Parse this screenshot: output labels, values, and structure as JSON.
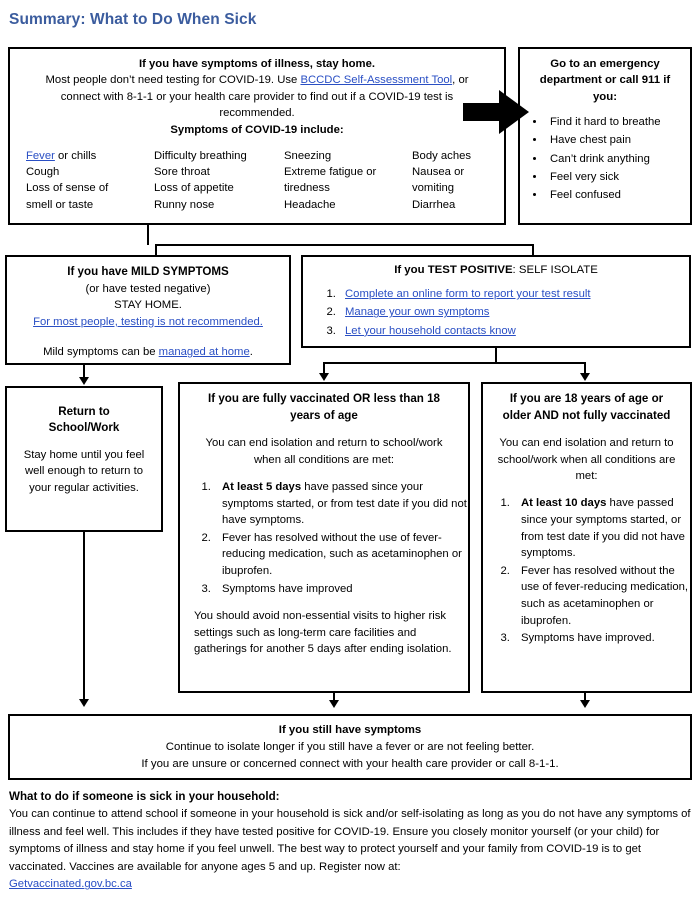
{
  "page": {
    "title": "Summary: What to Do When Sick",
    "title_color": "#3b5c9e",
    "link_color": "#2a4fc4"
  },
  "symptoms_box": {
    "heading": "If you have symptoms of illness, stay home.",
    "line2_pre": "Most people don’t need testing for COVID-19. Use ",
    "line2_link": "BCCDC Self-Assessment Tool",
    "line2_post": ", or connect with 8-1-1 or your health care provider to find out if a COVID-19 test is recommended.",
    "subheading": "Symptoms of COVID-19 include:",
    "symptom_columns": [
      [
        "Fever",
        " or chills",
        "Cough",
        "Loss of sense of",
        "smell or taste"
      ],
      [
        "Difficulty breathing",
        "Sore throat",
        "Loss of appetite",
        "Runny nose"
      ],
      [
        "Sneezing",
        "Extreme fatigue or",
        "tiredness",
        "Headache"
      ],
      [
        "Body aches",
        "Nausea or",
        "vomiting",
        "Diarrhea"
      ]
    ],
    "fever_link": "Fever",
    "fever_rest": " or chills",
    "col1_rest": [
      "Cough",
      "Loss of sense of",
      "smell or taste"
    ],
    "col2": [
      "Difficulty breathing",
      "Sore throat",
      "Loss of appetite",
      "Runny nose"
    ],
    "col3": [
      "Sneezing",
      "Extreme fatigue or",
      "tiredness",
      "Headache"
    ],
    "col4": [
      "Body aches",
      "Nausea or",
      "vomiting",
      "Diarrhea"
    ]
  },
  "emergency_box": {
    "heading": "Go to an emergency department or call 911 if you:",
    "items": [
      "Find it hard to breathe",
      "Have chest pain",
      "Can’t drink anything",
      "Feel very sick",
      "Feel confused"
    ]
  },
  "mild_box": {
    "heading": "If you have MILD SYMPTOMS",
    "line2": "(or have tested negative)",
    "line3": "STAY HOME.",
    "link_line": "For most people, testing is not recommended.",
    "tail_pre": "Mild symptoms can be ",
    "tail_link": "managed at home",
    "tail_post": "."
  },
  "positive_box": {
    "heading_bold": "If you TEST POSITIVE",
    "heading_rest": ": SELF ISOLATE",
    "items": [
      "Complete an online form to report your test result",
      "Manage your own symptoms",
      "Let your household contacts know"
    ]
  },
  "return_box": {
    "heading_line1": "Return to",
    "heading_line2": "School/Work",
    "body": "Stay home until you feel well enough to return to your regular activities."
  },
  "vaccinated_box": {
    "heading": "If you are fully vaccinated OR less than 18 years of age",
    "subheading": "You can end isolation and return to school/work when all conditions are met:",
    "items": [
      {
        "bold": "At least 5 days",
        "rest": " have passed since your symptoms started, or from test date if you did not have symptoms."
      },
      {
        "bold": "",
        "rest": "Fever has resolved without the use of fever-reducing medication, such as acetaminophen or ibuprofen."
      },
      {
        "bold": "",
        "rest": "Symptoms have improved"
      }
    ],
    "tail": "You should avoid non-essential visits to higher risk settings such as long-term care facilities and gatherings for another 5 days after ending isolation."
  },
  "unvaccinated_box": {
    "heading": "If you are 18 years of age or older AND not fully vaccinated",
    "subheading": "You can end isolation and return to school/work when all conditions are met:",
    "items": [
      {
        "bold": "At least 10 days",
        "rest": " have passed since your symptoms started, or from test date if you did not have symptoms."
      },
      {
        "bold": "",
        "rest": "Fever has resolved without the use of fever-reducing medication, such as acetaminophen or ibuprofen."
      },
      {
        "bold": "",
        "rest": "Symptoms have improved."
      }
    ]
  },
  "still_box": {
    "heading": "If you still have symptoms",
    "line2": "Continue to isolate longer if you still have a fever or are not feeling better.",
    "line3": "If you are unsure or concerned connect with your health care provider or call 8-1-1."
  },
  "footer": {
    "heading": "What to do if someone is sick in your household:",
    "body": "You can continue to attend school if someone in your household is sick and/or self-isolating as long as you do not have any symptoms of illness and feel well. This includes if they have tested positive for COVID-19. Ensure you closely monitor yourself (or your child) for symptoms of illness and stay home if you feel unwell. The best way to protect yourself and your family from COVID-19 is to get vaccinated. Vaccines are available for anyone ages 5 and up. Register now at:",
    "link": "Getvaccinated.gov.bc.ca"
  }
}
